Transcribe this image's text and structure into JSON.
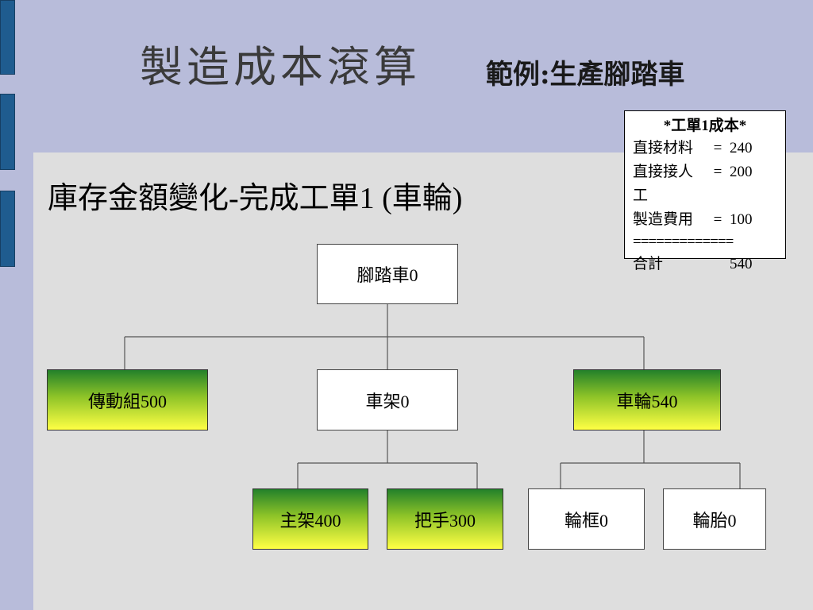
{
  "header": {
    "title": "製造成本滾算",
    "subtitle": "範例:生產腳踏車"
  },
  "section": {
    "heading": "庫存金額變化-完成工單1 (車輪)"
  },
  "cost_box": {
    "title": "*工單1成本*",
    "rows": [
      {
        "label": "直接材料",
        "eq": "=",
        "value": "240"
      },
      {
        "label": "直接接人工",
        "eq": "=",
        "value": "200"
      },
      {
        "label": "製造費用",
        "eq": "=",
        "value": "100"
      }
    ],
    "separator": "=============",
    "total_label": "合計",
    "total_value": "540"
  },
  "tree": {
    "root": "腳踏車0",
    "drivetrain": "傳動組500",
    "frame": "車架0",
    "wheel": "車輪540",
    "main_frame": "主架400",
    "handlebar": "把手300",
    "rim": "輪框0",
    "tire": "輪胎0"
  },
  "colors": {
    "background": "#b8bcda",
    "content_bg": "#dedede",
    "side_tab": "#1f5c8f",
    "green_top": "#23812a",
    "green_bottom": "#ffff44"
  }
}
